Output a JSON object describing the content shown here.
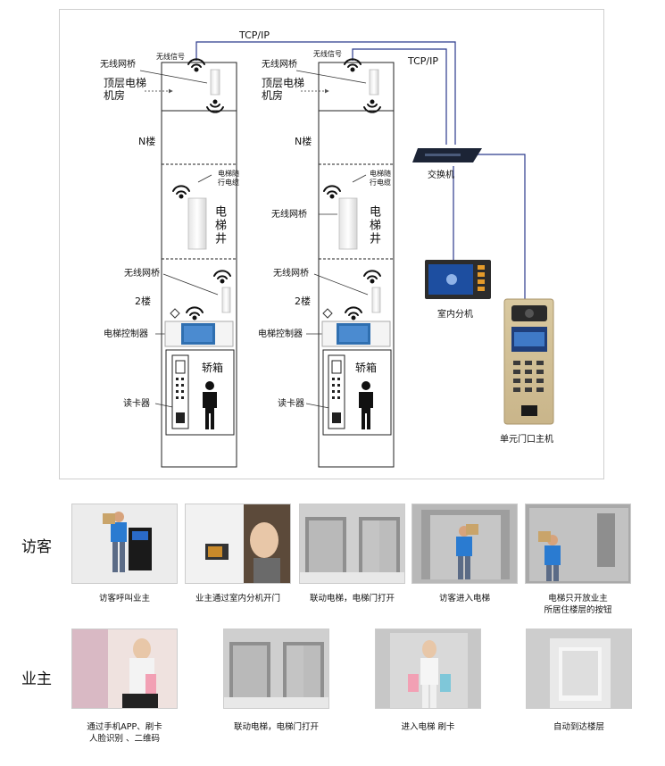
{
  "diagram": {
    "network_label_1": "TCP/IP",
    "network_label_2": "TCP/IP",
    "left_shaft": {
      "wireless_signal": "无线信号",
      "bridge_top": "无线网桥",
      "machine_room": "顶层电梯机房",
      "floor_n": "N楼",
      "travel_cable": "电梯随行电缆",
      "shaft": "电梯井",
      "bridge_bottom": "无线网桥",
      "floor_2": "2楼",
      "controller": "电梯控制器",
      "car": "轿箱",
      "card_reader": "读卡器"
    },
    "right_shaft": {
      "wireless_signal": "无线信号",
      "bridge_top": "无线网桥",
      "machine_room": "顶层电梯机房",
      "floor_n": "N楼",
      "travel_cable": "电梯随行电缆",
      "bridge_mid": "无线网桥",
      "shaft": "电梯井",
      "bridge_bottom": "无线网桥",
      "floor_2": "2楼",
      "controller": "电梯控制器",
      "car": "轿箱",
      "card_reader": "读卡器"
    },
    "switch": "交换机",
    "indoor_unit": "室内分机",
    "door_station": "单元门口主机"
  },
  "visitor": {
    "title": "访客",
    "steps": [
      "访客呼叫业主",
      "业主通过室内分机开门",
      "联动电梯，电梯门打开",
      "访客进入电梯",
      "电梯只开放业主所居住楼层的按钮"
    ],
    "step5_lines": [
      "电梯只开放业主",
      "所居住楼层的按钮"
    ]
  },
  "owner": {
    "title": "业主",
    "step1_lines": [
      "通过手机APP、刷卡",
      "人脸识别 、二维码"
    ],
    "steps": [
      "联动电梯，电梯门打开",
      "进入电梯 刷卡",
      "自动到达楼层"
    ]
  },
  "colors": {
    "network_line": "#2b3a8c",
    "accent_blue": "#1f6fb5",
    "box_border": "#222222",
    "dashed": "#444444"
  }
}
